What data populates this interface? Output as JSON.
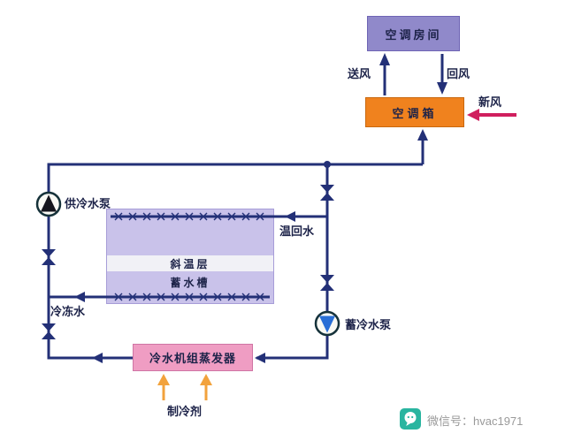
{
  "diagram": {
    "boxes": {
      "room": "空调房间",
      "ahu": "空调箱",
      "evaporator": "冷水机组蒸发器"
    },
    "tank": {
      "thermocline": "斜温层",
      "name": "蓄水槽"
    },
    "labels": {
      "supply_air": "送风",
      "return_air": "回风",
      "fresh_air": "新风",
      "supply_pump": "供冷水泵",
      "warm_return": "温回水",
      "chilled_water": "冷冻水",
      "storage_pump": "蓄冷水泵",
      "refrigerant": "制冷剂"
    },
    "colors": {
      "pipe": "#233077",
      "label-text": "#1d2349",
      "room-fill": "#9089ca",
      "room-border": "#6e64b4",
      "ahu-fill": "#f0821e",
      "ahu-border": "#c9680e",
      "evap-fill": "#ef9dc3",
      "evap-border": "#cf74a4",
      "tank-fill": "#c9c2ea",
      "tank-border": "#a79dd8",
      "thermocline-fill": "#f1f1f6",
      "fresh-air": "#d01f5e",
      "refrigerant": "#f2a23c",
      "pump-blue": "#2a6fd6",
      "pump-dark": "#16161e",
      "watermark-teal": "#2ab5a0",
      "watermark-text": "#9a9a9a"
    }
  },
  "watermark": {
    "wechat": "微信号：hvac1971"
  }
}
